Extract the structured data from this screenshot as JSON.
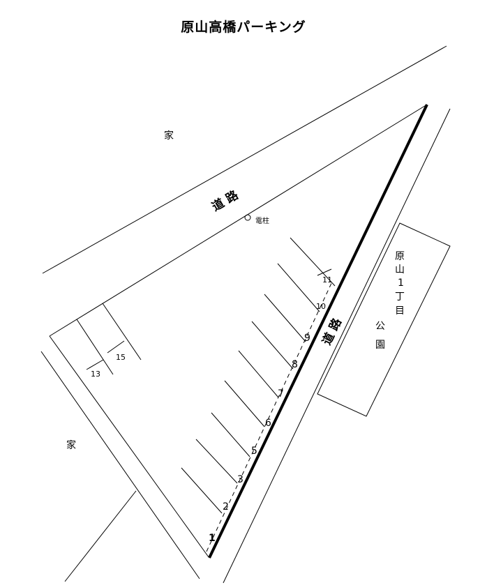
{
  "title": "原山高橋パーキング",
  "labels": {
    "house_top": "家",
    "house_left": "家",
    "road_top": "道 路",
    "road_right": "道 路",
    "pole": "電柱",
    "park_chars": [
      "原",
      "山",
      "1",
      "丁",
      "目"
    ],
    "park_word": [
      "公",
      "園"
    ]
  },
  "spaces": [
    "1",
    "2",
    "3",
    "5",
    "6",
    "7",
    "8",
    "9",
    "10",
    "11",
    "13",
    "15"
  ]
}
